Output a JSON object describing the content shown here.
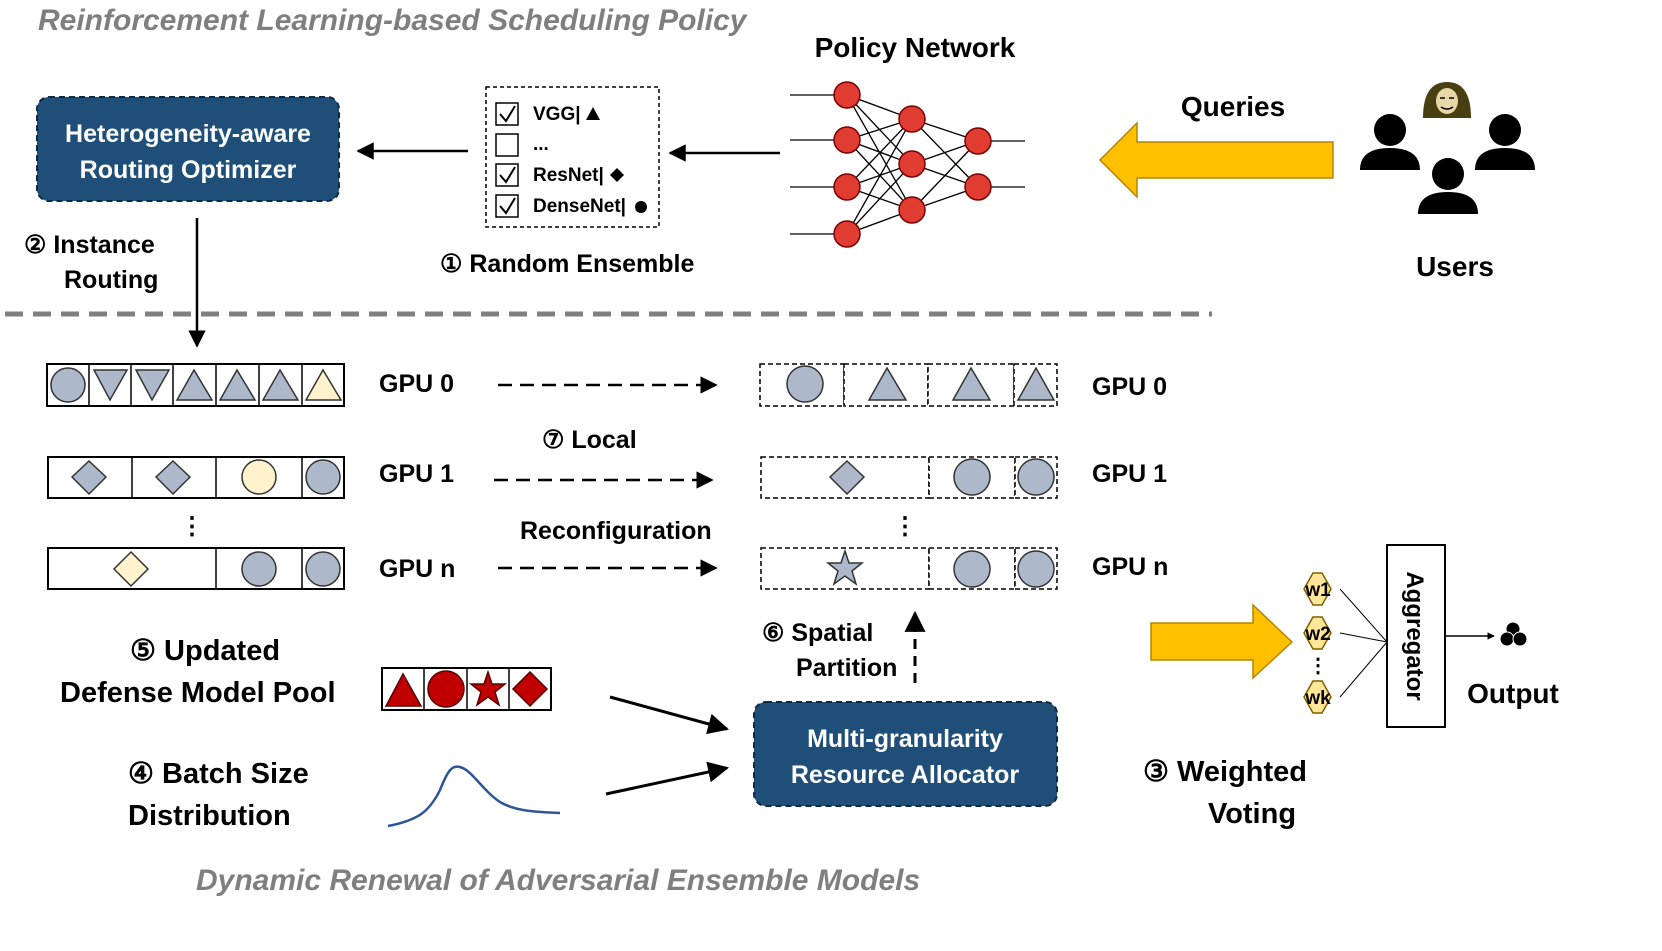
{
  "sections": {
    "top_title": "Reinforcement Learning-based Scheduling Policy",
    "bottom_title": "Dynamic Renewal of Adversarial Ensemble Models"
  },
  "policy": {
    "title": "Policy Network",
    "queries": "Queries",
    "users": "Users"
  },
  "routing_optimizer": {
    "line1": "Heterogeneity-aware",
    "line2": "Routing Optimizer"
  },
  "ensemble": {
    "items": [
      {
        "label": "VGG|",
        "checked": true,
        "shape": "triangle"
      },
      {
        "label": "...",
        "checked": false,
        "shape": "none"
      },
      {
        "label": "ResNet|",
        "checked": true,
        "shape": "diamond"
      },
      {
        "label": "DenseNet|",
        "checked": true,
        "shape": "circle"
      }
    ],
    "step_label": "① Random Ensemble"
  },
  "steps": {
    "s2_line1": "② Instance",
    "s2_line2": "Routing",
    "s3_line1": "③ Weighted",
    "s3_line2": "Voting",
    "s4_line1": "④ Batch Size",
    "s4_line2": "Distribution",
    "s5_line1": "⑤ Updated",
    "s5_line2": "Defense Model Pool",
    "s6_line1": "⑥ Spatial",
    "s6_line2": "Partition",
    "s7_line1": "⑦ Local",
    "s7_line2": "Reconfiguration"
  },
  "gpus": {
    "left": [
      "GPU 0",
      "GPU 1",
      "GPU n"
    ],
    "right": [
      "GPU 0",
      "GPU 1",
      "GPU n"
    ],
    "ellipsis": "⋮"
  },
  "allocator": {
    "line1": "Multi-granularity",
    "line2": "Resource Allocator"
  },
  "aggregator": {
    "label": "Aggregator",
    "weights": [
      "w1",
      "w2",
      "wk"
    ],
    "output": "Output"
  },
  "colors": {
    "navy": "#1f4e79",
    "gray_shape": "#adb9ca",
    "yellow_shape": "#fff2cc",
    "red": "#c00000",
    "neuron": "#e03c31",
    "arrow_yellow": "#ffc000",
    "hexagon": "#ffe699",
    "curve": "#2e5597",
    "dashed_line": "#7f7f7f"
  }
}
